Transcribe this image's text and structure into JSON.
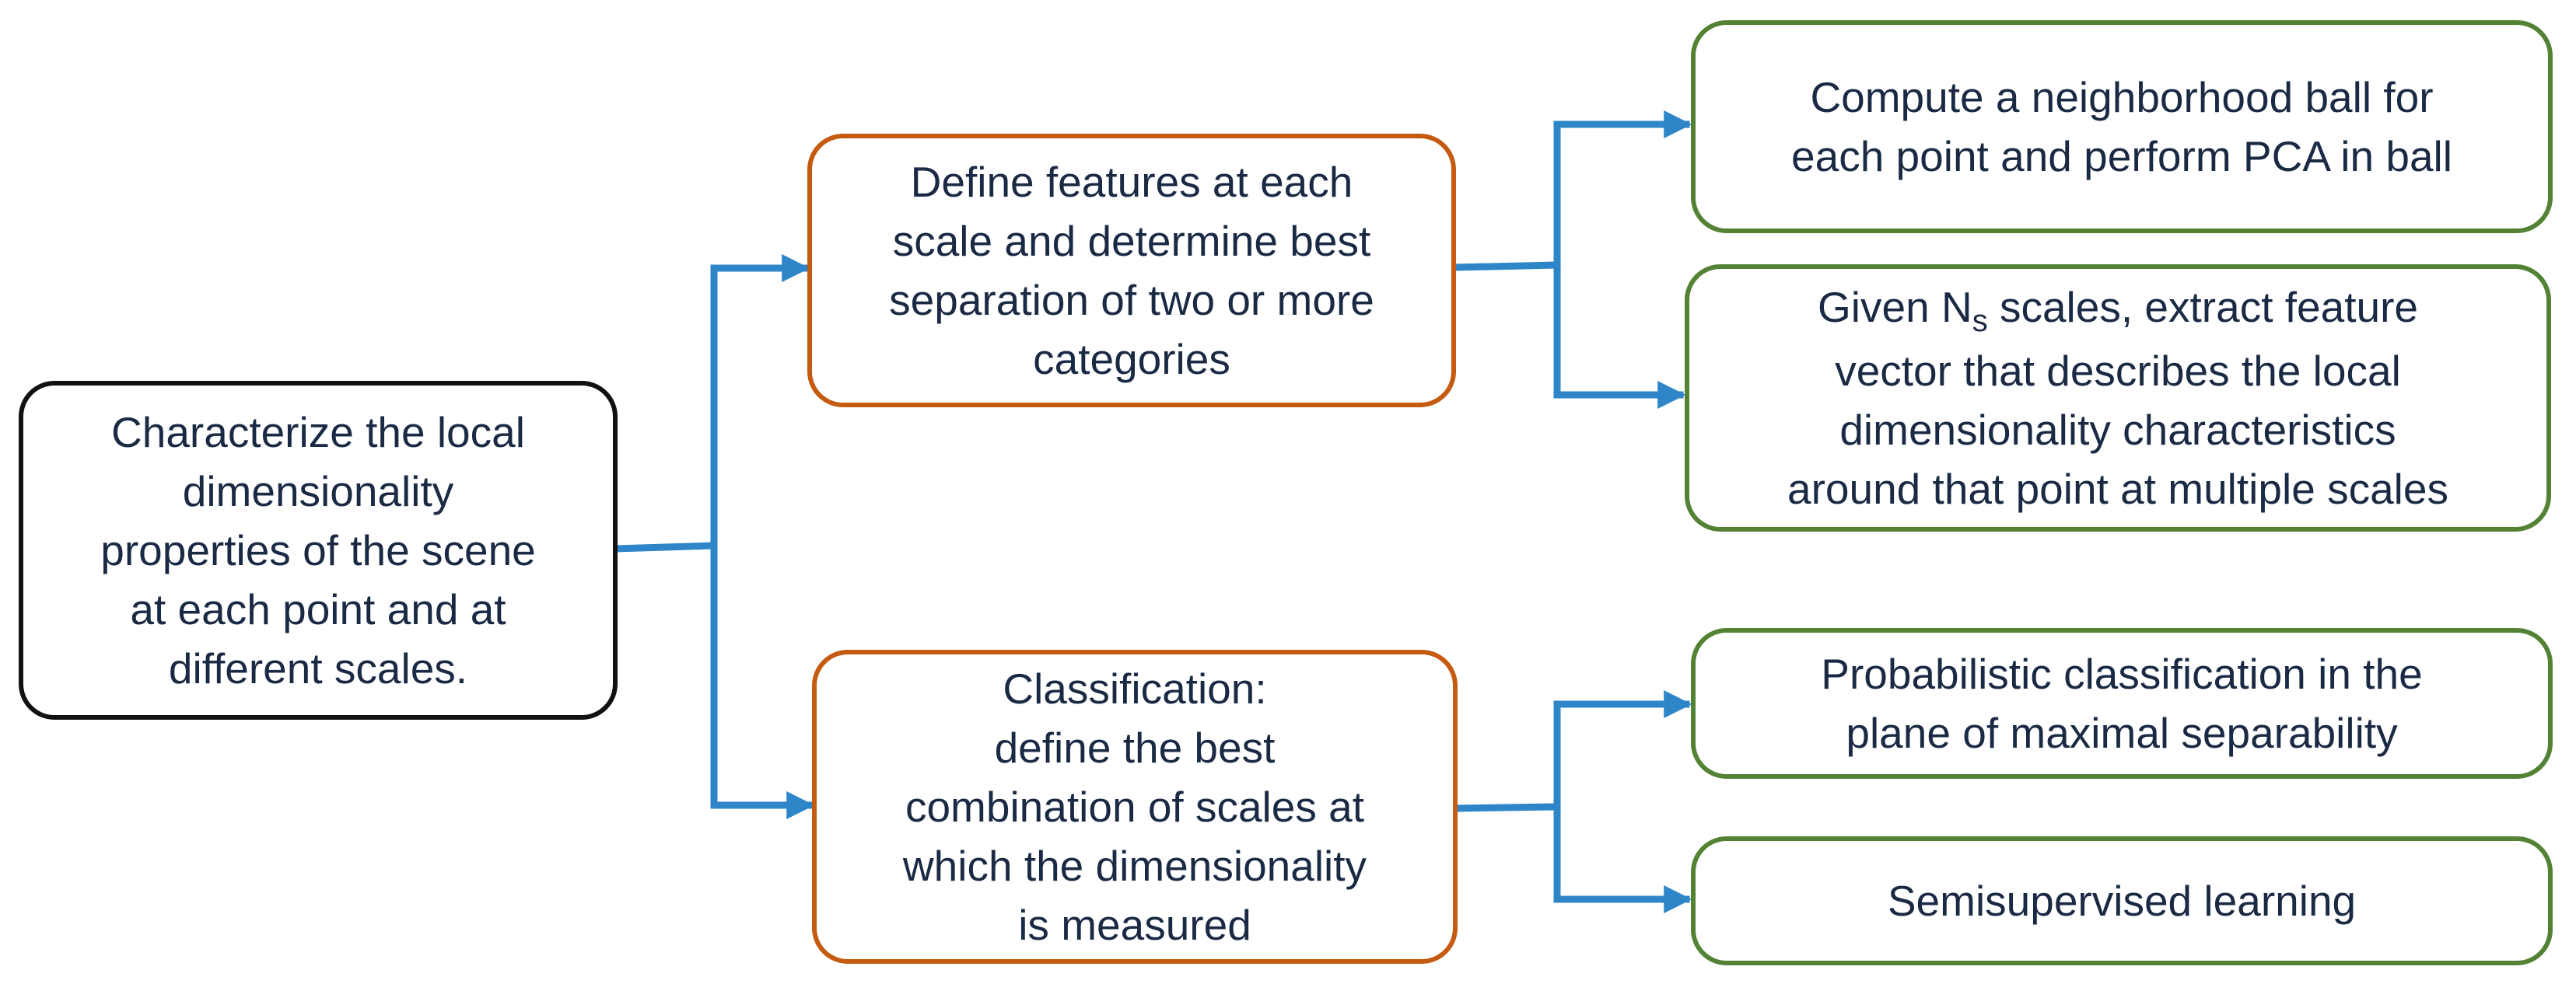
{
  "colors": {
    "connector": "#2e86c8",
    "root_border": "#111111",
    "stage_border": "#c55a11",
    "task_border": "#548235",
    "text": "#1b2a44"
  },
  "root": {
    "lines": [
      "Characterize the local",
      "dimensionality",
      "properties of the scene",
      "at each point and at",
      "different scales."
    ]
  },
  "features": {
    "lines": [
      "Define features at each",
      "scale and determine best",
      "separation of two or more",
      "categories"
    ]
  },
  "classification": {
    "lines": [
      "Classification:",
      "define the best",
      "combination of scales at",
      "which the dimensionality",
      "is measured"
    ]
  },
  "pca": {
    "lines": [
      "Compute a neighborhood ball for",
      "each point and perform PCA in ball"
    ]
  },
  "feature_vector": {
    "first_line": {
      "before": "Given ",
      "symbol": "N",
      "subscript": "s",
      "after": " scales, extract feature"
    },
    "lines": [
      "vector that describes the local",
      "dimensionality characteristics",
      "around that point at multiple scales"
    ]
  },
  "probabilistic": {
    "lines": [
      "Probabilistic classification in the",
      "plane of maximal separability"
    ]
  },
  "semisupervised": {
    "lines": [
      "Semisupervised learning"
    ]
  }
}
